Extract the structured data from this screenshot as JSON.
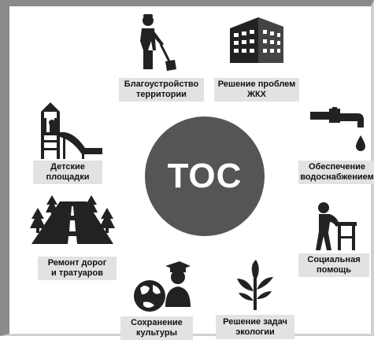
{
  "center": {
    "label": "ТОС"
  },
  "items": [
    {
      "id": "blagoustroystvo",
      "line1": "Благоустройство",
      "line2": "территории",
      "icon": "worker-shovel-icon"
    },
    {
      "id": "zhkh",
      "line1": "Решение проблем",
      "line2": "ЖКХ",
      "icon": "apartment-building-icon"
    },
    {
      "id": "vodosnabzhenie",
      "line1": "Обеспечение",
      "line2": "водоснабжением",
      "icon": "water-tap-icon"
    },
    {
      "id": "socialnaya",
      "line1": "Социальная",
      "line2": "помощь",
      "icon": "elderly-person-walker-icon"
    },
    {
      "id": "ekologiya",
      "line1": "Решение задач",
      "line2": "экологии",
      "icon": "plant-sprout-icon"
    },
    {
      "id": "kultura",
      "line1": "Сохранение",
      "line2": "культуры",
      "icon": "globe-graduate-icon"
    },
    {
      "id": "dorogi",
      "line1": "Ремонт дорог",
      "line2": "и тратуаров",
      "icon": "road-trees-icon"
    },
    {
      "id": "ploshchadki",
      "line1": "Детские",
      "line2": "площадки",
      "icon": "playground-slide-icon"
    }
  ]
}
